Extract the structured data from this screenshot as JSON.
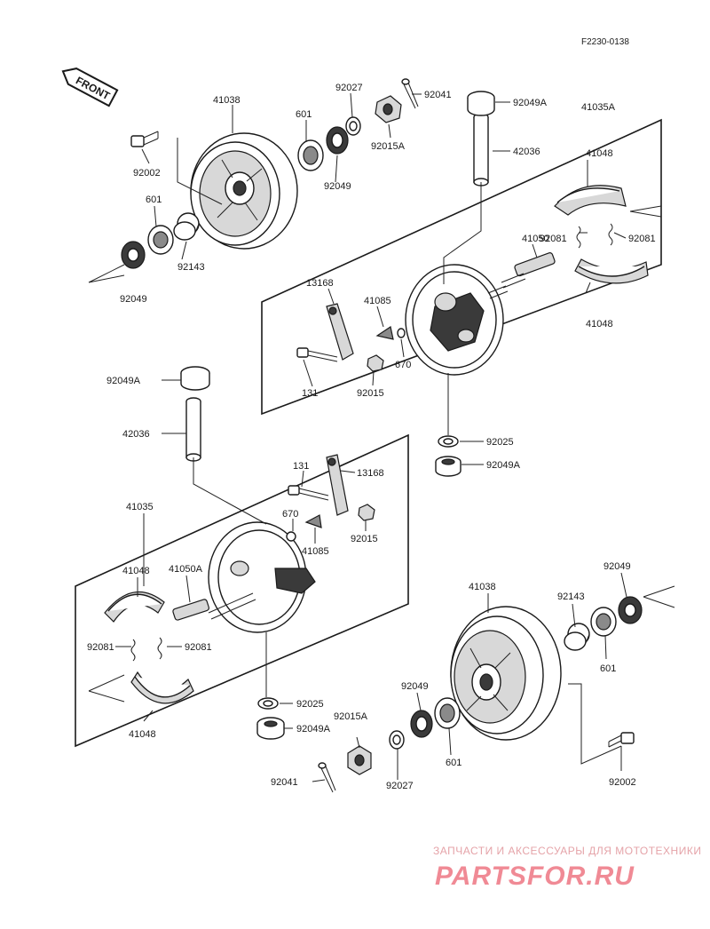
{
  "diagram_code": "F2230-0138",
  "front_label": "FRONT",
  "watermark": {
    "line1": "ЗАПЧАСТИ И АКСЕССУАРЫ ДЛЯ МОТОТЕХНИКИ",
    "logo": "PARTSFOR.RU"
  },
  "labels": {
    "p41038_a": "41038",
    "p601_a": "601",
    "p92027_a": "92027",
    "p92041_a": "92041",
    "p92049A_a": "92049A",
    "p41035A": "41035A",
    "p92002_a": "92002",
    "p92049_a": "92049",
    "p92015A_a": "92015A",
    "p42036_a": "42036",
    "p41048_a": "41048",
    "p601_b": "601",
    "p92081_a": "92081",
    "p92081_b": "92081",
    "p41050": "41050",
    "p92143_a": "92143",
    "p92049_b": "92049",
    "p13168_a": "13168",
    "p41085_a": "41085",
    "p41048_b": "41048",
    "p670_a": "670",
    "p131_a": "131",
    "p92015_a": "92015",
    "p92049A_b": "92049A",
    "p92025_a": "92025",
    "p92049A_c": "92049A",
    "p42036_b": "42036",
    "p131_b": "131",
    "p13168_b": "13168",
    "p41035": "41035",
    "p670_b": "670",
    "p92015_b": "92015",
    "p41085_b": "41085",
    "p41048_c": "41048",
    "p41050A": "41050A",
    "p92049_c": "92049",
    "p41038_b": "41038",
    "p92143_b": "92143",
    "p92081_c": "92081",
    "p92081_d": "92081",
    "p601_c": "601",
    "p92025_b": "92025",
    "p92049_d": "92049",
    "p92049A_d": "92049A",
    "p92015A_b": "92015A",
    "p601_d": "601",
    "p41048_d": "41048",
    "p92041_b": "92041",
    "p92027_b": "92027",
    "p92002_b": "92002"
  }
}
